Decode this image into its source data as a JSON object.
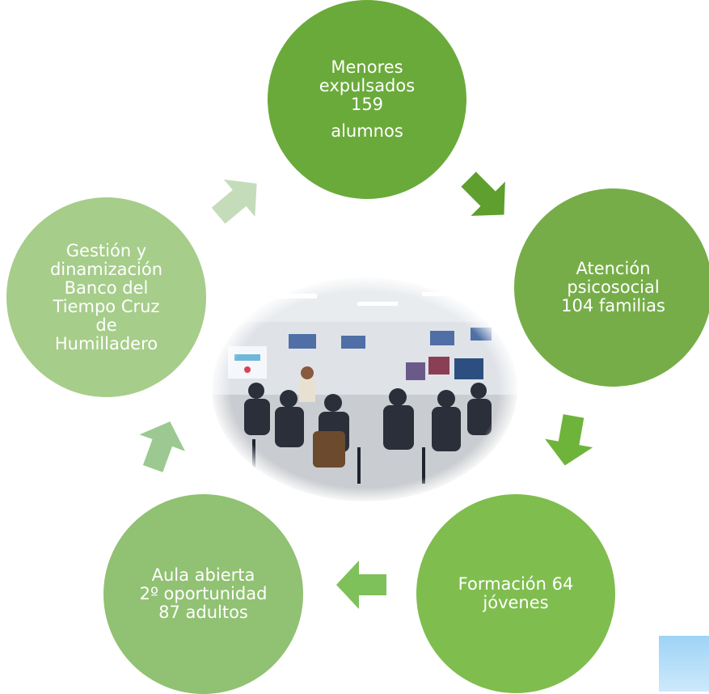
{
  "colors": {
    "node1": "#6aaa3a",
    "node2": "#76ad48",
    "node3": "#7fbd4f",
    "node4": "#91c172",
    "node5": "#a6cd8a",
    "arrow1": "#5e9f2e",
    "arrow2": "#6fb43a",
    "arrow3": "#7ec05a",
    "arrow4": "#9cc991",
    "arrow5": "#c5dcbb"
  },
  "nodes": [
    {
      "lines": [
        "Menores",
        "expulsados",
        "159",
        "alumnos"
      ]
    },
    {
      "lines": [
        "Atención",
        "psicosocial",
        "104 familias"
      ]
    },
    {
      "lines": [
        "Formación 64",
        "jóvenes"
      ]
    },
    {
      "lines": [
        "Aula abierta",
        "2º oportunidad",
        "87 adultos"
      ]
    },
    {
      "lines": [
        "Gestión y",
        "dinamización",
        "Banco del",
        "Tiempo Cruz",
        "de",
        "Humilladero"
      ]
    }
  ]
}
